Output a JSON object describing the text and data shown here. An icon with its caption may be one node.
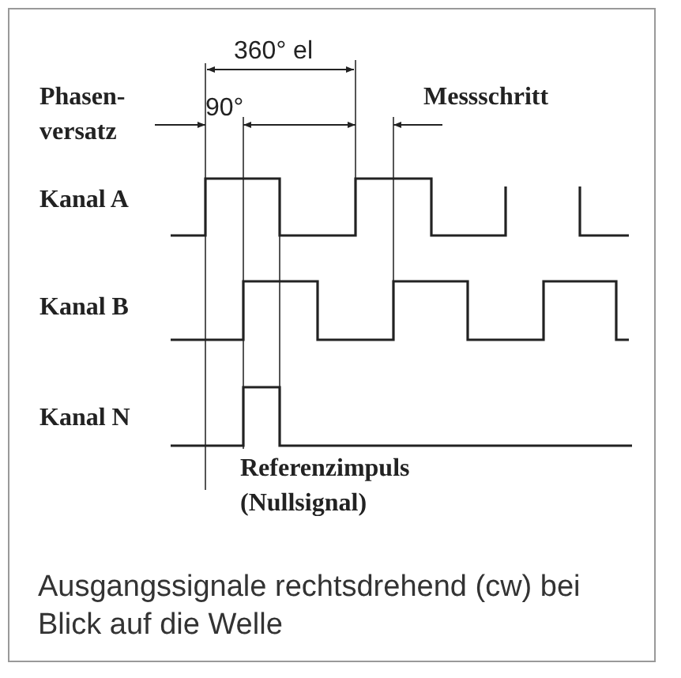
{
  "diagram": {
    "caption": "Ausgangssignale rechtsdrehend (cw) bei Blick auf die Welle",
    "labels": [
      "360° el",
      "Phasen- versatz",
      "90°",
      "Messschritt",
      "Kanal A",
      "Kanal B",
      "Kanal N",
      "Referenzimpuls (Nullsignal)"
    ]
  }
}
